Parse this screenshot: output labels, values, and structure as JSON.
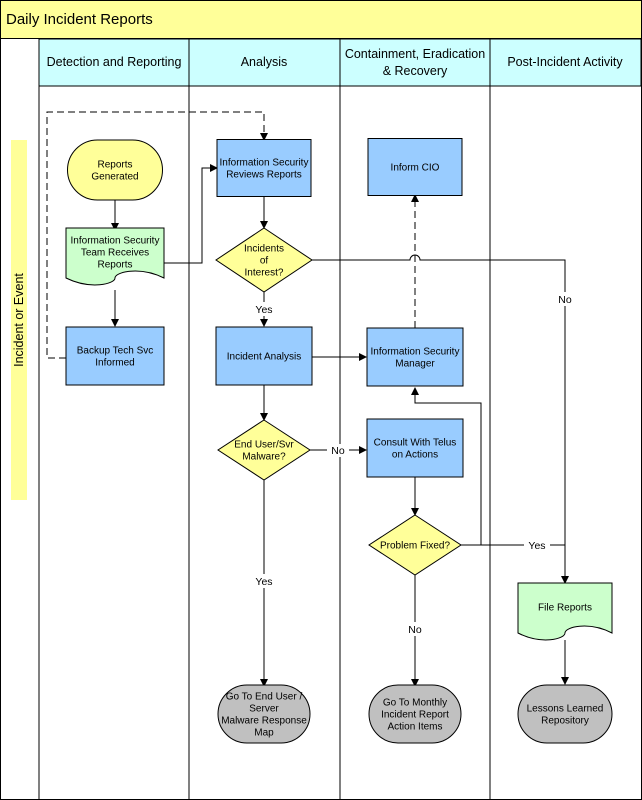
{
  "title": "Daily Incident Reports",
  "phase_label": "Incident or Event",
  "lanes": [
    {
      "id": "detection",
      "label": [
        "Detection and Reporting"
      ]
    },
    {
      "id": "analysis",
      "label": [
        "Analysis"
      ]
    },
    {
      "id": "containment",
      "label": [
        "Containment, Eradication",
        "& Recovery"
      ]
    },
    {
      "id": "post",
      "label": [
        "Post-Incident Activity"
      ]
    }
  ],
  "nodes": [
    {
      "id": "reports-generated",
      "shape": "terminator",
      "fill": "#ffff99",
      "lines": [
        "Reports",
        "Generated"
      ]
    },
    {
      "id": "team-receives",
      "shape": "document",
      "fill": "#ccffcc",
      "lines": [
        "Information Security",
        "Team Receives",
        "Reports"
      ]
    },
    {
      "id": "backup-tech",
      "shape": "process",
      "fill": "#99ccff",
      "lines": [
        "Backup Tech Svc",
        "Informed"
      ]
    },
    {
      "id": "infosec-reviews",
      "shape": "process",
      "fill": "#99ccff",
      "lines": [
        "Information Security",
        "Reviews Reports"
      ]
    },
    {
      "id": "incidents-interest",
      "shape": "decision",
      "fill": "#ffff99",
      "lines": [
        "Incidents",
        "of",
        "Interest?"
      ]
    },
    {
      "id": "incident-analysis",
      "shape": "process",
      "fill": "#99ccff",
      "lines": [
        "Incident Analysis"
      ]
    },
    {
      "id": "malware",
      "shape": "decision",
      "fill": "#ffff99",
      "lines": [
        "End User/Svr",
        "Malware?"
      ]
    },
    {
      "id": "go-malware-map",
      "shape": "terminator",
      "fill": "#c0c0c0",
      "lines": [
        "Go To End User /",
        "Server",
        "Malware Response",
        "Map"
      ]
    },
    {
      "id": "inform-cio",
      "shape": "process",
      "fill": "#99ccff",
      "lines": [
        "Inform CIO"
      ]
    },
    {
      "id": "infosec-manager",
      "shape": "process",
      "fill": "#99ccff",
      "lines": [
        "Information Security",
        "Manager"
      ]
    },
    {
      "id": "consult-telus",
      "shape": "process",
      "fill": "#99ccff",
      "lines": [
        "Consult With Telus",
        "on Actions"
      ]
    },
    {
      "id": "problem-fixed",
      "shape": "decision",
      "fill": "#ffff99",
      "lines": [
        "Problem Fixed?"
      ]
    },
    {
      "id": "go-monthly",
      "shape": "terminator",
      "fill": "#c0c0c0",
      "lines": [
        "Go To Monthly",
        "Incident Report",
        "Action Items"
      ]
    },
    {
      "id": "file-reports",
      "shape": "document",
      "fill": "#ccffcc",
      "lines": [
        "File Reports"
      ]
    },
    {
      "id": "lessons-learned",
      "shape": "terminator",
      "fill": "#c0c0c0",
      "lines": [
        "Lessons Learned",
        "Repository"
      ]
    }
  ],
  "edge_labels": {
    "yes": "Yes",
    "no": "No"
  },
  "colors": {
    "title_bar": "#ffff99",
    "lane_header": "#ccffff",
    "phase_bar": "#ffff99",
    "stroke": "#000000"
  }
}
